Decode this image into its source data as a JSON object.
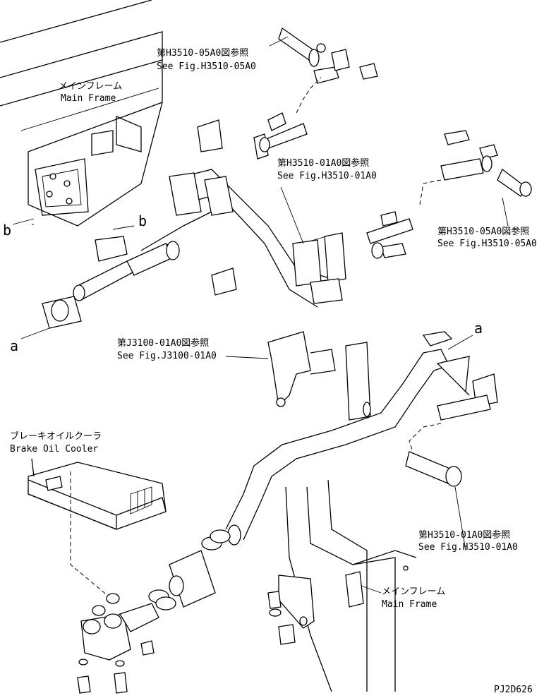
{
  "labels": {
    "ref_top_jp": "第H3510-05A0図参照",
    "ref_top_en": "See Fig.H3510-05A0",
    "main_frame_top_jp": "メインフレーム",
    "main_frame_top_en": "Main Frame",
    "ref_mid_jp": "第H3510-01A0図参照",
    "ref_mid_en": "See Fig.H3510-01A0",
    "ref_right_jp": "第H3510-05A0図参照",
    "ref_right_en": "See Fig.H3510-05A0",
    "ref_j3100_jp": "第J3100-01A0図参照",
    "ref_j3100_en": "See Fig.J3100-01A0",
    "brake_cooler_jp": "ブレーキオイルクーラ",
    "brake_cooler_en": "Brake Oil Cooler",
    "ref_lower_jp": "第H3510-01A0図参照",
    "ref_lower_en": "See Fig.H3510-01A0",
    "main_frame_bottom_jp": "メインフレーム",
    "main_frame_bottom_en": "Main Frame",
    "marker_b_left": "b",
    "marker_b_right": "b",
    "marker_a_left": "a",
    "marker_a_right": "a",
    "drawing_code": "PJ2D626"
  }
}
